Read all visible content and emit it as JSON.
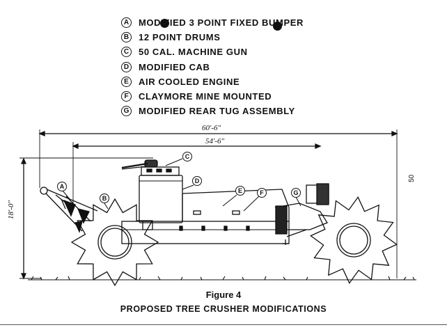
{
  "legend": [
    {
      "letter": "A",
      "text": "MODIFIED 3 POINT FIXED BUMPER"
    },
    {
      "letter": "B",
      "text": "12 POINT DRUMS"
    },
    {
      "letter": "C",
      "text": "50 CAL. MACHINE GUN"
    },
    {
      "letter": "D",
      "text": "MODIFIED CAB"
    },
    {
      "letter": "E",
      "text": "AIR COOLED ENGINE"
    },
    {
      "letter": "F",
      "text": "CLAYMORE MINE MOUNTED"
    },
    {
      "letter": "G",
      "text": "MODIFIED REAR TUG ASSEMBLY"
    }
  ],
  "dimensions": {
    "overall_length": "60'-6\"",
    "inner_length": "54'-6\"",
    "height": "18'-0\"",
    "right_height": "50"
  },
  "callouts": {
    "a": "A",
    "b": "B",
    "c": "C",
    "d": "D",
    "e": "E",
    "f": "F",
    "g": "G"
  },
  "caption": {
    "figure": "Figure 4",
    "title": "PROPOSED TREE CRUSHER MODIFICATIONS"
  }
}
